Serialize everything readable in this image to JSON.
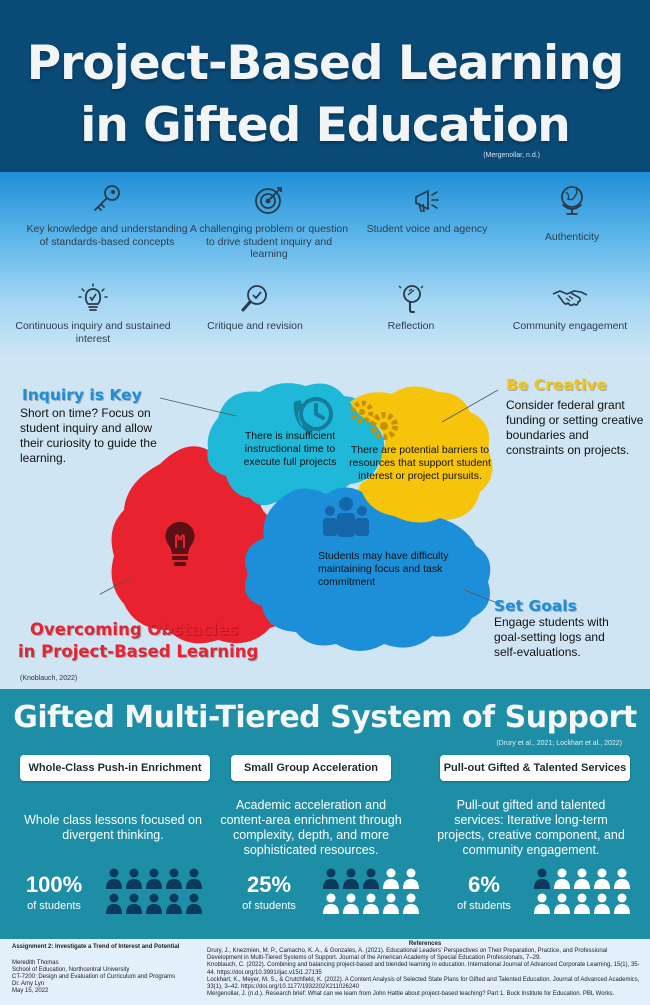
{
  "header": {
    "title_line1": "Project-Based Learning",
    "title_line2": "in Gifted Education",
    "citation": "(Mergenollar, n.d.)"
  },
  "features": [
    {
      "label": "Key knowledge and understanding of standards-based concepts",
      "icon": "key-icon"
    },
    {
      "label": "A challenging problem or question to drive student inquiry and learning",
      "icon": "target-icon"
    },
    {
      "label": "Student voice and agency",
      "icon": "megaphone-icon"
    },
    {
      "label": "Authenticity",
      "icon": "globe-icon"
    },
    {
      "label": "Continuous inquiry and sustained interest",
      "icon": "lightbulb-icon"
    },
    {
      "label": "Critique and revision",
      "icon": "magnifier-check-icon"
    },
    {
      "label": "Reflection",
      "icon": "mirror-icon"
    },
    {
      "label": "Community engagement",
      "icon": "handshake-icon"
    }
  ],
  "obstacles": {
    "title_line1": "Overcoming Obstacles",
    "title_line2": "in Project-Based Learning",
    "citation": "(Knoblauch, 2022)",
    "inquiry": {
      "title": "Inquiry is Key",
      "text": "Short on time? Focus on student inquiry and allow their curiosity to guide the learning."
    },
    "creative": {
      "title": "Be Creative",
      "text": "Consider federal grant funding or setting creative boundaries and constraints on projects."
    },
    "goals": {
      "title": "Set Goals",
      "text": "Engage students with goal-setting logs and self-evaluations."
    },
    "blob_time": "There is insufficient instructional time to execute full projects",
    "blob_barriers": "There are potential barriers to resources that support student interest or project pursuits.",
    "blob_focus": "Students may have difficulty maintaining focus and task commitment"
  },
  "mtss": {
    "title": "Gifted Multi-Tiered System of Support",
    "citation": "(Drury et al., 2021; Lockhart et al., 2022)",
    "tiers": [
      {
        "label": "Whole-Class Push-in Enrichment",
        "desc": "Whole class lessons focused on divergent thinking.",
        "percent": "100%",
        "sub": "of students",
        "filled": 10
      },
      {
        "label": "Small Group Acceleration",
        "desc": "Academic acceleration and content-area enrichment through complexity, depth, and more sophisticated resources.",
        "percent": "25%",
        "sub": "of students",
        "filled": 3
      },
      {
        "label": "Pull-out Gifted & Talented Services",
        "desc": "Pull-out gifted and talented services: Iterative long-term projects, creative component, and community engagement.",
        "percent": "6%",
        "sub": "of students",
        "filled": 1
      }
    ]
  },
  "footer": {
    "assignment": "Assignment 2: Investigate a Trend of Interest and Potential",
    "author": "Meredith Thomas",
    "school": "School of Education, Northcentral University",
    "course": "CT-7200: Design and Evaluation of Curriculum and Programs",
    "instructor": "Dr. Amy Lyn",
    "date": "May 15, 2022",
    "references_title": "References",
    "references": [
      "Drury, J., Knezmien, M. P., Camacho, K. A., & Gonzales, A. (2021). Educational Leaders' Perspectives on Their Preparation, Practice, and Professional Development in Multi-Tiered Systems of Support. Journal of the American Academy of Special Education Professionals, 7–29.",
      "Knoblauch, C. (2022). Combining and balancing project-based and blended learning in education. International Journal of Advanced Corporate Learning, 15(1), 35-44. https://doi.org/10.3991/ijac.v15i1.27135",
      "Lockhart, K., Meyer, M. S., & Crutchfield, K. (2022). A Content Analysis of Selected State Plans for Gifted and Talented Education. Journal of Advanced Academics, 33(1), 3–42. https://doi.org/10.1177/1932202X211026240",
      "Mergenollar, J. (n.d.). Research brief: What can we learn from John Hattie about project-based teaching? Part 1. Buck Institute for Education. PBL Works."
    ]
  },
  "colors": {
    "header": "#0a4a76",
    "teal": "#1d8ea6",
    "red": "#e8232f",
    "cyan": "#1fb8d8",
    "yellow": "#f6c40a",
    "blue": "#1d8fd8"
  }
}
